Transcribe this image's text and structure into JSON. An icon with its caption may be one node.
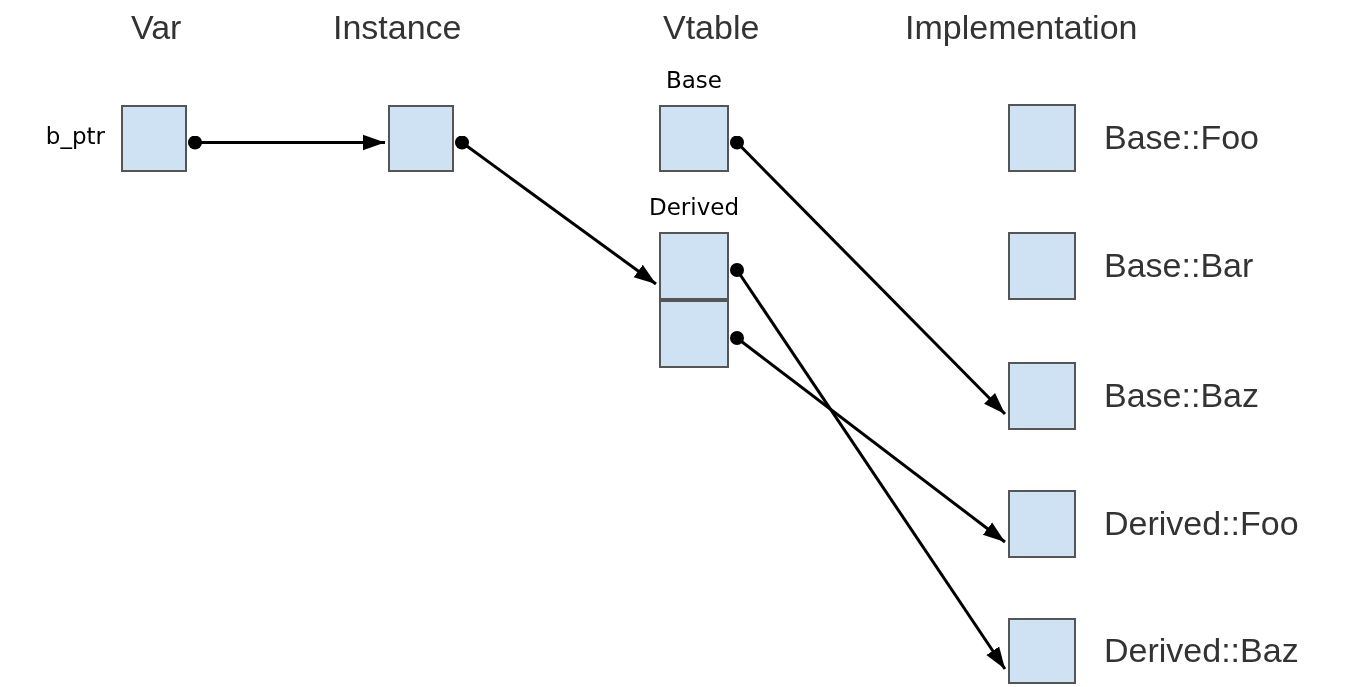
{
  "diagram": {
    "nodes": [
      {
        "text": [],
        "shape": "box",
        "beside": [
          "b_ptr"
        ]
      },
      {
        "text": [],
        "shape": "box"
      },
      {
        "text": [],
        "shape": "box",
        "beside": [
          "Base"
        ]
      },
      {
        "text": [],
        "shape": "box",
        "beside": [
          "Derived"
        ]
      },
      {
        "text": [],
        "shape": "box"
      },
      {
        "text": [],
        "shape": "box",
        "beside": [
          "Base::Foo"
        ]
      },
      {
        "text": [],
        "shape": "box",
        "beside": [
          "Base::Bar"
        ]
      },
      {
        "text": [],
        "shape": "box",
        "beside": [
          "Base::Baz"
        ]
      },
      {
        "text": [],
        "shape": "box",
        "beside": [
          "Derived::Foo"
        ]
      },
      {
        "text": [],
        "shape": "box",
        "beside": [
          "Derived::Baz"
        ]
      }
    ],
    "edges": [
      {
        "from": 0,
        "to": 1,
        "arrow": "to"
      },
      {
        "from": 1,
        "to": 3,
        "arrow": "to"
      },
      {
        "from": 2,
        "to": 7,
        "arrow": "to"
      },
      {
        "from": 3,
        "to": 9,
        "arrow": "to"
      },
      {
        "from": 4,
        "to": 8,
        "arrow": "to"
      }
    ],
    "labels": [
      "Var",
      "Instance",
      "Vtable",
      "Implementation"
    ]
  }
}
